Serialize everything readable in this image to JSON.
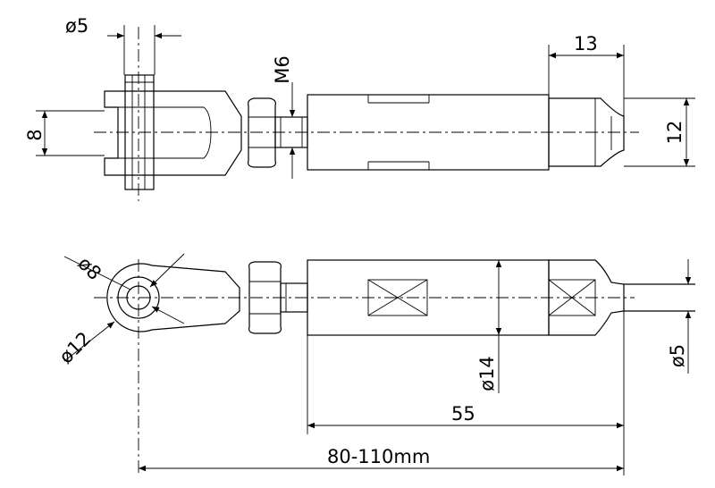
{
  "dimensions": {
    "pin_diameter": "ø5",
    "clevis_width": "8",
    "thread": "M6",
    "end_length": "13",
    "end_height": "12",
    "eye_inner": "ø8",
    "eye_outer": "ø12",
    "body_diameter": "ø14",
    "rod_diameter": "ø5",
    "body_length": "55",
    "total_length": "80-110mm"
  },
  "colors": {
    "line": "#000000",
    "background": "#ffffff"
  }
}
